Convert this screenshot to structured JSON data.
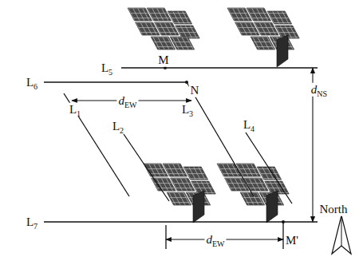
{
  "diagram": {
    "labels": [
      "L5",
      "M",
      "L6",
      "N",
      "dEW",
      "L1",
      "L2",
      "L3",
      "L4",
      "dNS",
      "L7",
      "dEW",
      "M'",
      "North"
    ]
  }
}
